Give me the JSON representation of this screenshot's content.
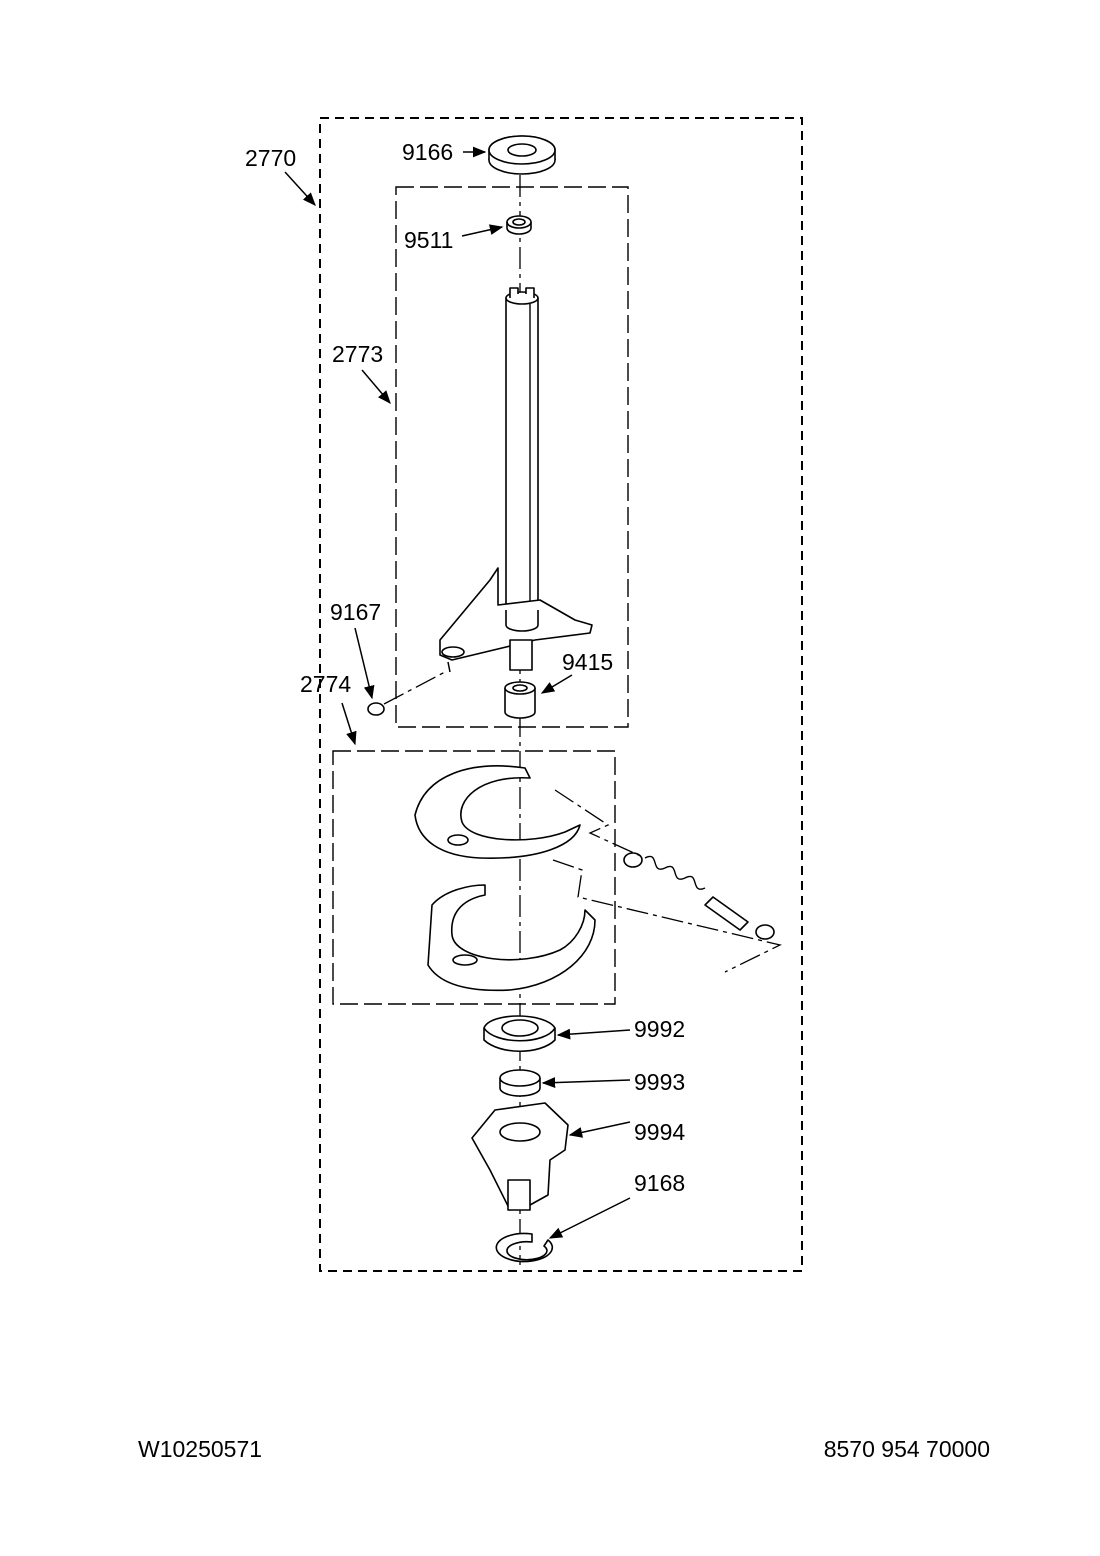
{
  "diagram": {
    "labels": {
      "2770": "2770",
      "9166": "9166",
      "9511": "9511",
      "2773": "2773",
      "9167": "9167",
      "2774": "2774",
      "9415": "9415",
      "9992": "9992",
      "9993": "9993",
      "9994": "9994",
      "9168": "9168"
    }
  },
  "footer": {
    "left_code": "W10250571",
    "right_code": "8570 954 70000"
  }
}
